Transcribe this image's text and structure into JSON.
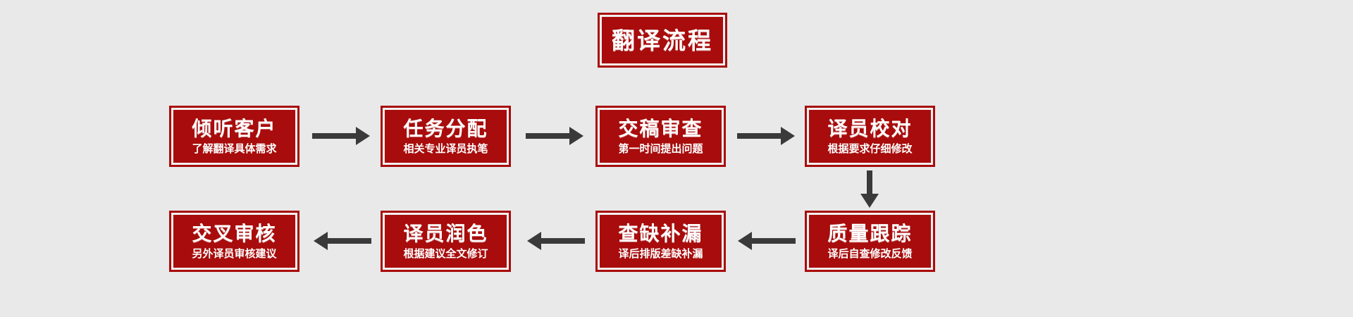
{
  "header": {
    "title": "翻译流程"
  },
  "flow": {
    "row1": [
      {
        "id": "step-listen-client",
        "title": "倾听客户",
        "subtitle": "了解翻译具体需求"
      },
      {
        "id": "step-task-assignment",
        "title": "任务分配",
        "subtitle": "相关专业译员执笔"
      },
      {
        "id": "step-submission-review",
        "title": "交稿审查",
        "subtitle": "第一时间提出问题"
      },
      {
        "id": "step-translator-proofread",
        "title": "译员校对",
        "subtitle": "根据要求仔细修改"
      }
    ],
    "row2": [
      {
        "id": "step-cross-review",
        "title": "交叉审核",
        "subtitle": "另外译员审核建议"
      },
      {
        "id": "step-translator-polish",
        "title": "译员润色",
        "subtitle": "根据建议全文修订"
      },
      {
        "id": "step-gap-check",
        "title": "查缺补漏",
        "subtitle": "译后排版差缺补漏"
      },
      {
        "id": "step-quality-tracking",
        "title": "质量跟踪",
        "subtitle": "译后自查修改反馈"
      }
    ]
  },
  "connectors": [
    {
      "id": "arrow-1-2",
      "direction": "right"
    },
    {
      "id": "arrow-2-3",
      "direction": "right"
    },
    {
      "id": "arrow-3-4",
      "direction": "right"
    },
    {
      "id": "arrow-4-5",
      "direction": "down"
    },
    {
      "id": "arrow-6-5",
      "direction": "left"
    },
    {
      "id": "arrow-7-6",
      "direction": "left"
    },
    {
      "id": "arrow-8-7",
      "direction": "left"
    }
  ],
  "colors": {
    "background": "#e9e9e9",
    "plaque_fill": "#a80c0c",
    "plaque_inner_border": "#f2f0ef",
    "text": "#ffffff",
    "arrow": "#3a3a3a"
  }
}
